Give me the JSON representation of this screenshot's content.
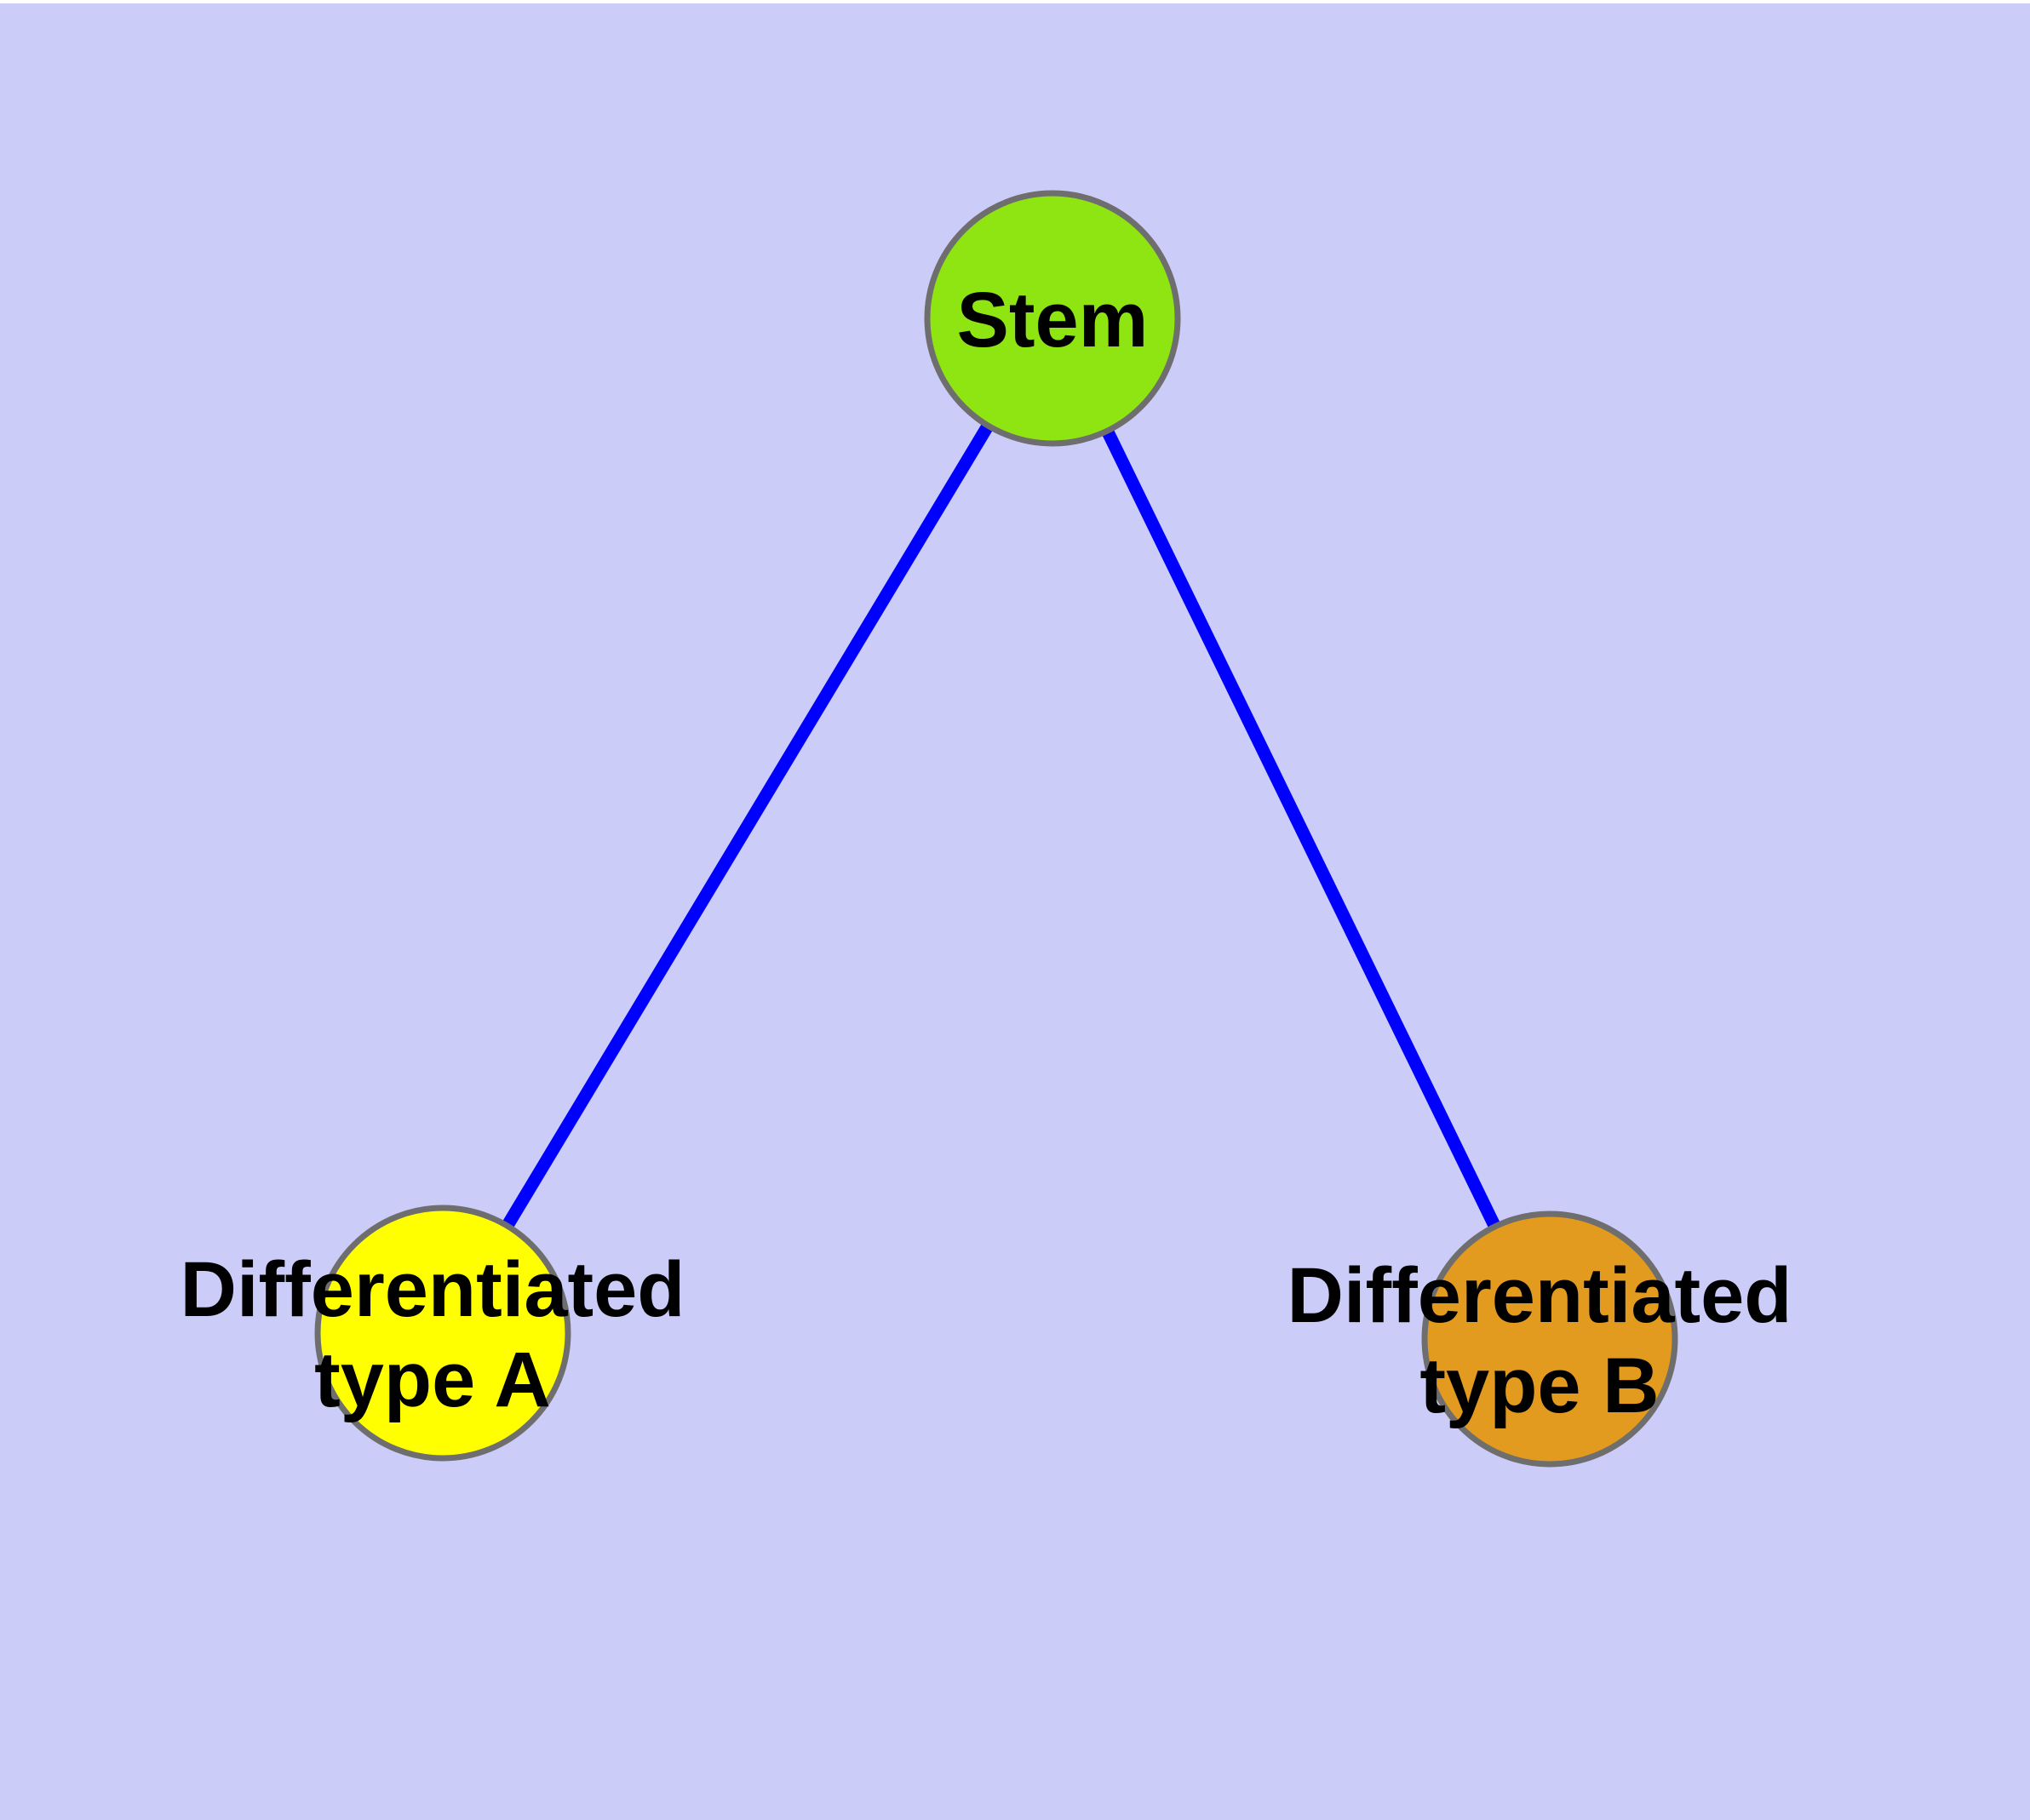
{
  "canvas": {
    "background_color": "#CCCCF8",
    "top_strip_color": "#FFFFFF",
    "text_color": "#000000"
  },
  "nodes": {
    "stem": {
      "label": "Stem",
      "fill_color": "#8EE512",
      "border_color": "#6E6E6E"
    },
    "type_a": {
      "label": "Differentiated\ntype A",
      "fill_color": "#FFFF00",
      "border_color": "#6E6E6E"
    },
    "type_b": {
      "label": "Differentiated\ntype B",
      "fill_color": "#E29A1F",
      "border_color": "#6E6E6E"
    }
  },
  "edges": {
    "color": "#0000FF",
    "items": [
      {
        "from": "Stem",
        "to": "Differentiated type A"
      },
      {
        "from": "Stem",
        "to": "Differentiated type B"
      }
    ]
  }
}
